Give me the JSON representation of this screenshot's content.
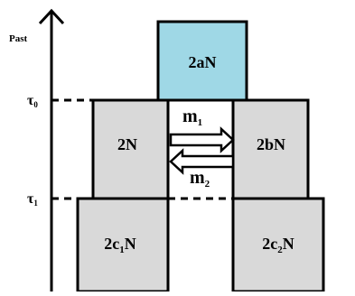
{
  "axis": {
    "label": "Past",
    "tau0_base": "τ",
    "tau0_sub": "0",
    "tau1_base": "τ",
    "tau1_sub": "1"
  },
  "populations": {
    "ancestral": {
      "label": "2aN",
      "fill": "#9fd8e6"
    },
    "middle_left": {
      "label": "2N",
      "fill": "#d9d9d9"
    },
    "middle_right": {
      "label": "2bN",
      "fill": "#d9d9d9"
    },
    "bottom_left": {
      "label_pre": "2c",
      "label_sub": "1",
      "label_post": "N",
      "fill": "#d9d9d9"
    },
    "bottom_right": {
      "label_pre": "2c",
      "label_sub": "2",
      "label_post": "N",
      "fill": "#d9d9d9"
    }
  },
  "migration": {
    "m1_base": "m",
    "m1_sub": "1",
    "m2_base": "m",
    "m2_sub": "2"
  }
}
